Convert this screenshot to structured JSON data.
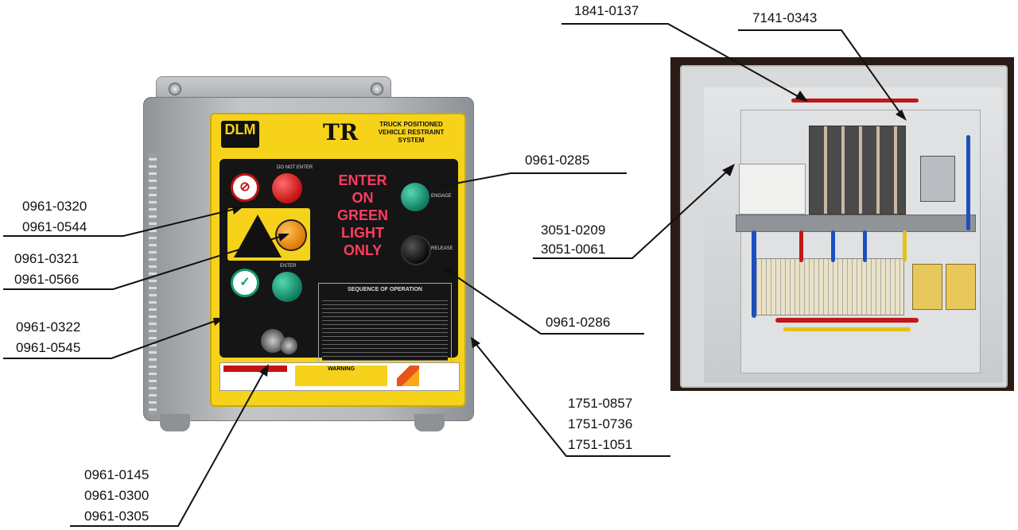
{
  "panel": {
    "logo": "DLM",
    "brand": "TR",
    "title_lines": [
      "TRUCK POSITIONED",
      "VEHICLE RESTRAINT",
      "SYSTEM"
    ],
    "do_not_enter": "DO NOT ENTER",
    "enter_label": "ENTER",
    "enter_message_lines": [
      "ENTER",
      "ON",
      "GREEN",
      "LIGHT",
      "ONLY"
    ],
    "engage_label": "ENGAGE",
    "release_label": "RELEASE",
    "sequence_title": "SEQUENCE OF OPERATION",
    "warning_label": "WARNING"
  },
  "callouts": {
    "c1841": "1841-0137",
    "c7141": "7141-0343",
    "c0961_0285": "0961-0285",
    "c3051": [
      "3051-0209",
      "3051-0061"
    ],
    "c0961_0320": [
      "0961-0320",
      "0961-0544"
    ],
    "c0961_0321": [
      "0961-0321",
      "0961-0566"
    ],
    "c0961_0322": [
      "0961-0322",
      "0961-0545"
    ],
    "c0961_0286": "0961-0286",
    "c1751": [
      "1751-0857",
      "1751-0736",
      "1751-1051"
    ],
    "c0961_0145": [
      "0961-0145",
      "0961-0300",
      "0961-0305"
    ]
  },
  "colors": {
    "face_yellow": "#f6d21a",
    "light_red": "#c40f0f",
    "light_amber": "#e07a05",
    "light_green": "#0e7a60",
    "enter_text": "#ff3d5e"
  }
}
